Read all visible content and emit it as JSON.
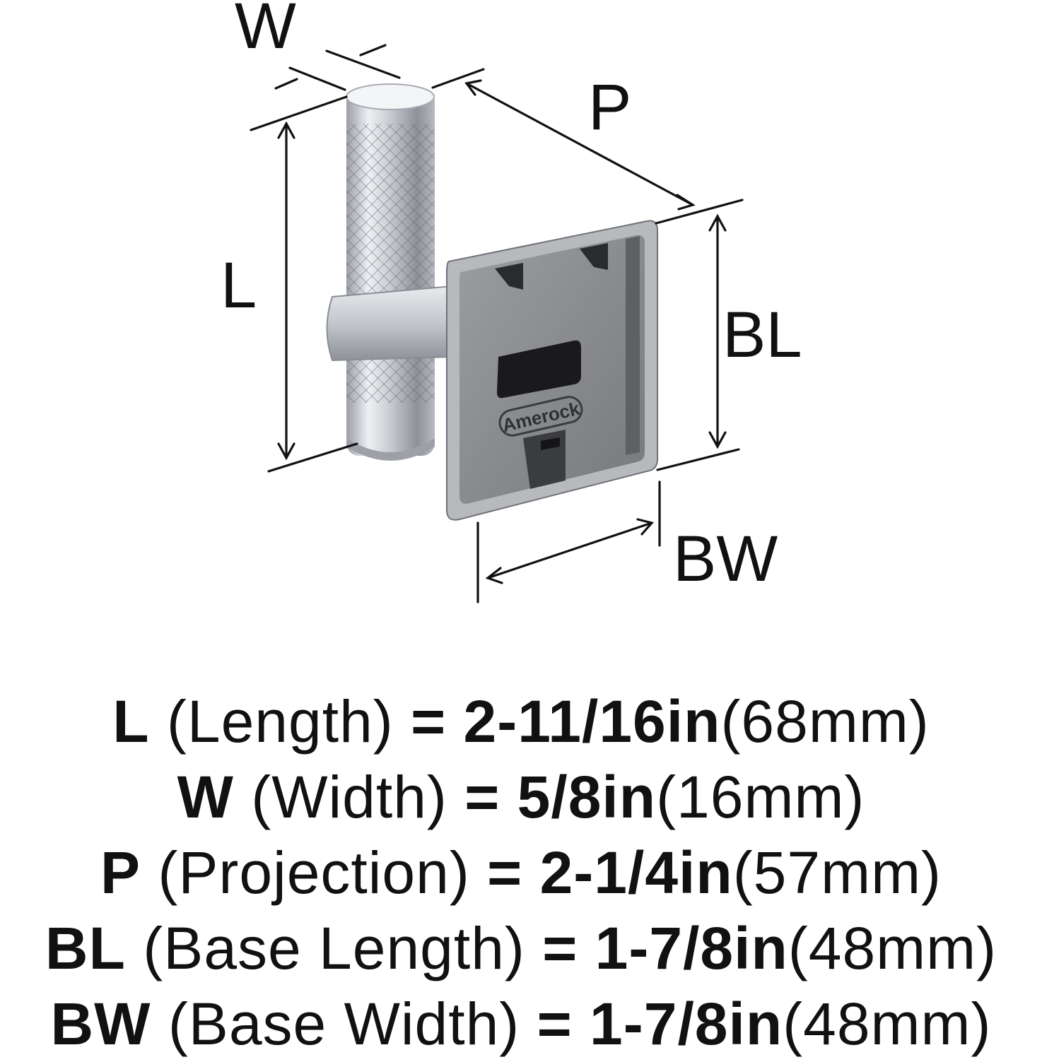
{
  "diagram": {
    "labels": {
      "W": "W",
      "P": "P",
      "L": "L",
      "BL": "BL",
      "BW": "BW"
    },
    "logo_text": "Amerock",
    "colors": {
      "ink": "#111111",
      "chrome_light": "#f2f3f5",
      "chrome_mid": "#c9ccd1",
      "chrome_dark": "#7d8188",
      "base_face": "#8a8c90",
      "base_edge": "#b9bbbf",
      "slot": "#1a1a1c"
    }
  },
  "specs": [
    {
      "code": "L",
      "name": "(Length)",
      "eq": "=",
      "imperial": "2-11/16in",
      "metric": "(68mm)"
    },
    {
      "code": "W",
      "name": "(Width)",
      "eq": "=",
      "imperial": "5/8in",
      "metric": "(16mm)"
    },
    {
      "code": "P",
      "name": "(Projection)",
      "eq": "=",
      "imperial": "2-1/4in",
      "metric": "(57mm)"
    },
    {
      "code": "BL",
      "name": "(Base Length)",
      "eq": "=",
      "imperial": "1-7/8in",
      "metric": "(48mm)"
    },
    {
      "code": "BW",
      "name": "(Base Width)",
      "eq": "=",
      "imperial": "1-7/8in",
      "metric": "(48mm)"
    }
  ]
}
